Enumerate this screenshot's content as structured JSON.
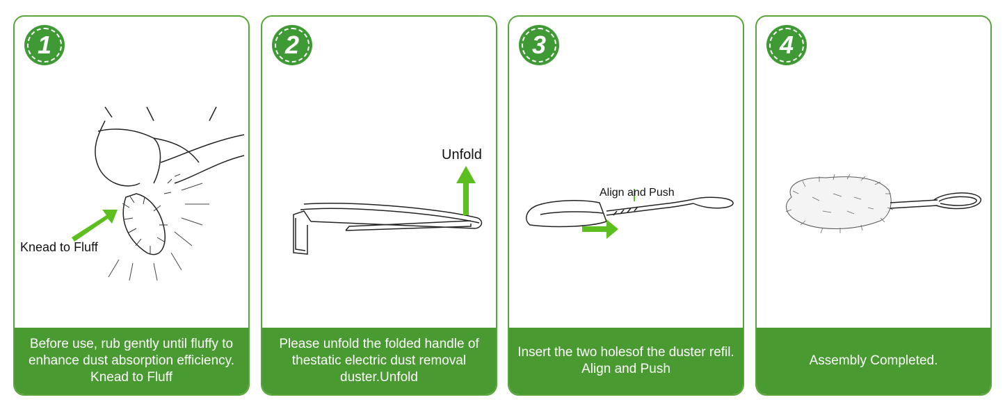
{
  "steps": [
    {
      "number": "1",
      "annotation": "Knead to Fluff",
      "caption": "Before use, rub gently until fluffy to enhance dust absorption efficiency. Knead to Fluff"
    },
    {
      "number": "2",
      "annotation": "Unfold",
      "caption": "Please unfold the folded handle of thestatic electric dust removal duster.Unfold"
    },
    {
      "number": "3",
      "annotation": "Align and Push",
      "caption": "Insert the two holesof the duster refil. Align and Push"
    },
    {
      "number": "4",
      "annotation": "",
      "caption": "Assembly Completed."
    }
  ],
  "colors": {
    "accent_green": "#4a9a32",
    "arrow_green": "#5cbf1f",
    "border_green": "#5aa53a"
  }
}
